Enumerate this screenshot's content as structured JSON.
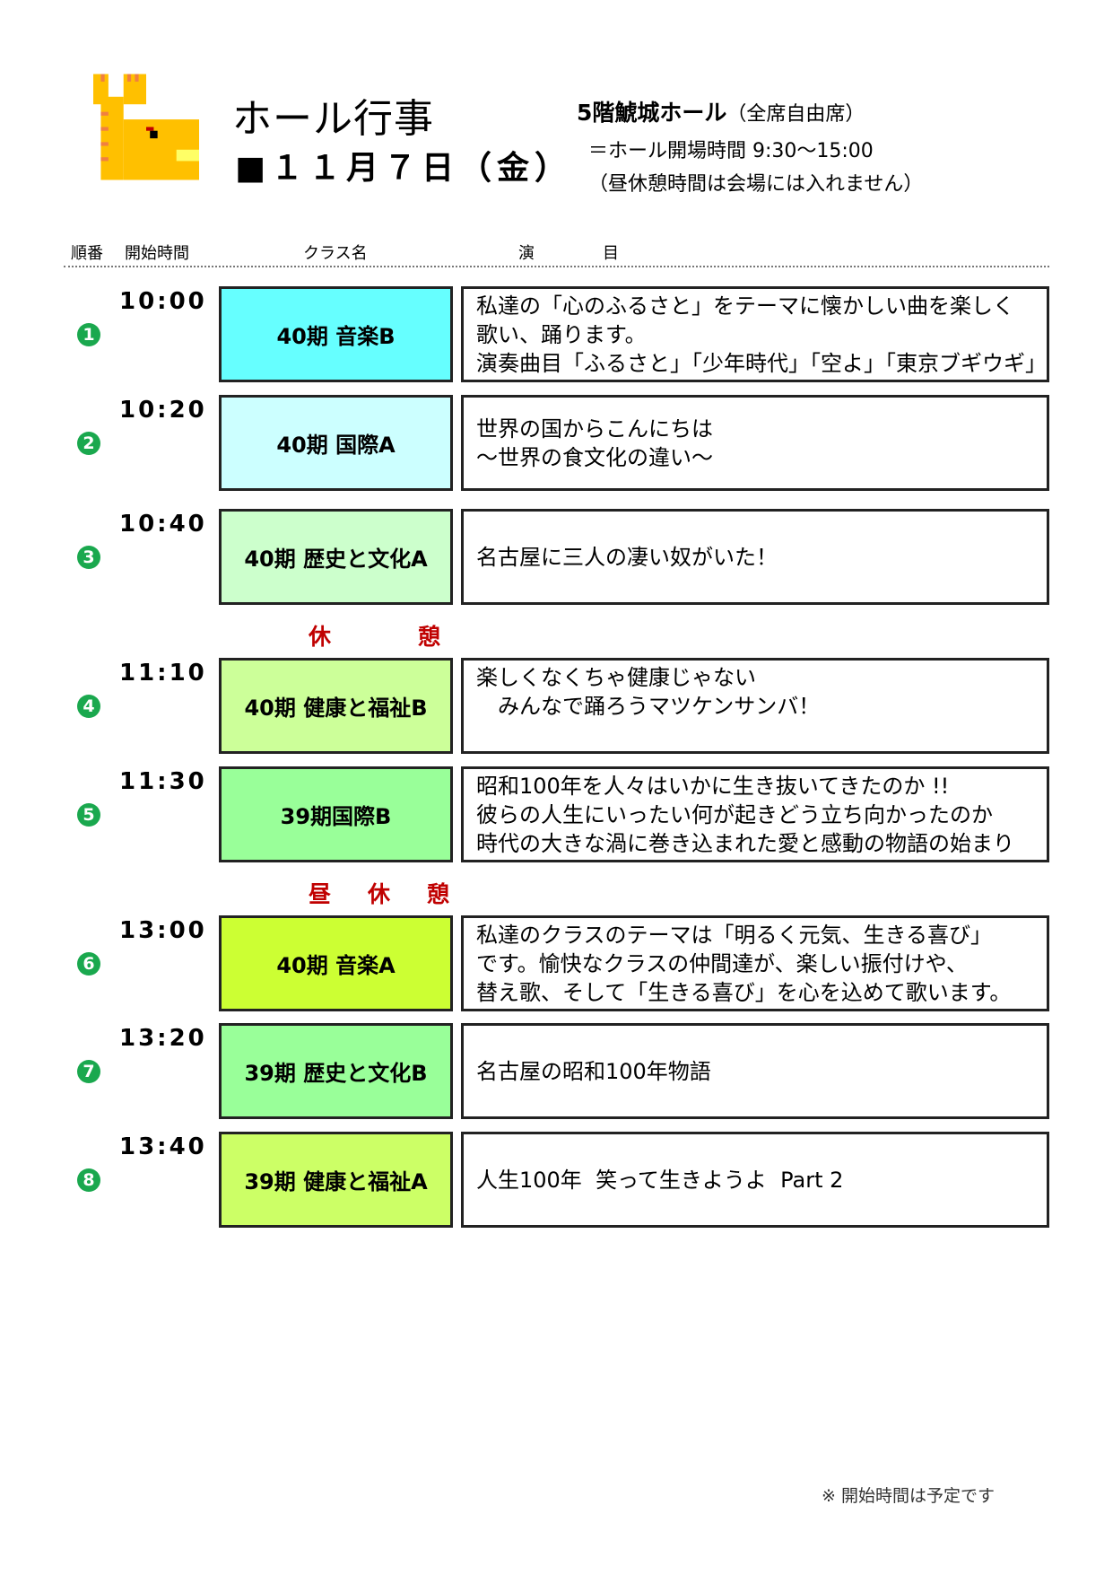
{
  "header": {
    "title": "ホール行事",
    "date": "■１１月７日（金）",
    "venue": "5階鯱城ホール",
    "venue_note": "（全席自由席）",
    "hours": "＝ホール開場時間  9:30〜15:00",
    "lunch_note": "（昼休憩時間は会場には入れません）"
  },
  "columns": {
    "order": "順番",
    "start": "開始時間",
    "class": "クラス名",
    "program_1": "演",
    "program_2": "目"
  },
  "rows": [
    {
      "num": "1",
      "time": "10:00",
      "class": "40期 音楽B",
      "color": "#66FFFF",
      "desc": [
        "私達の「心のふるさと」をテーマに懐かしい曲を楽しく",
        "歌い、踊ります。",
        "演奏曲目「ふるさと」「少年時代」「空よ」「東京ブギウギ」"
      ]
    },
    {
      "num": "2",
      "time": "10:20",
      "class": "40期 国際A",
      "color": "#CCFFFF",
      "desc": [
        "世界の国からこんにちは",
        "～世界の食文化の違い～"
      ]
    },
    {
      "num": "3",
      "time": "10:40",
      "class": "40期 歴史と文化A",
      "color": "#CCFFCC",
      "desc": [
        "名古屋に三人の凄い奴がいた！"
      ]
    },
    {
      "num": "4",
      "time": "11:10",
      "class": "40期 健康と福祉B",
      "color": "#CCFF99",
      "desc": [
        "楽しくなくちゃ健康じゃない",
        "　みんなで踊ろうマツケンサンバ！",
        ""
      ]
    },
    {
      "num": "5",
      "time": "11:30",
      "class": "39期国際B",
      "color": "#99FF99",
      "desc": [
        "昭和100年を人々はいかに生き抜いてきたのか !!",
        "彼らの人生にいったい何が起きどう立ち向かったのか",
        "時代の大きな渦に巻き込まれた愛と感動の物語の始まり"
      ]
    },
    {
      "num": "6",
      "time": "13:00",
      "class": "40期 音楽A",
      "color": "#CCFF33",
      "desc": [
        "私達のクラスのテーマは「明るく元気、生きる喜び」",
        "です。愉快なクラスの仲間達が、楽しい振付けや、",
        "替え歌、そして「生きる喜び」を心を込めて歌います。"
      ]
    },
    {
      "num": "7",
      "time": "13:20",
      "class": "39期 歴史と文化B",
      "color": "#99FF99",
      "desc": [
        "名古屋の昭和100年物語"
      ]
    },
    {
      "num": "8",
      "time": "13:40",
      "class": "39期 健康と福祉A",
      "color": "#CCFF66",
      "desc": [
        "人生100年  笑って生きようよ  Part 2"
      ]
    }
  ],
  "breaks": [
    {
      "chars": [
        "休",
        "憩"
      ]
    },
    {
      "chars": [
        "昼",
        "休",
        "憩"
      ]
    }
  ],
  "footer": "※  開始時間は予定です"
}
